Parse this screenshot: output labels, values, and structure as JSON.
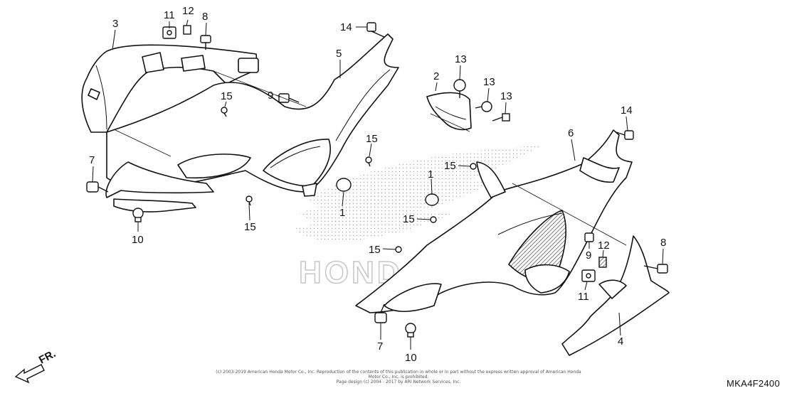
{
  "callouts": [
    {
      "id": "c3a",
      "text": "3"
    },
    {
      "id": "c11a",
      "text": "11"
    },
    {
      "id": "c12a",
      "text": "12"
    },
    {
      "id": "c8a",
      "text": "8"
    },
    {
      "id": "c14a",
      "text": "14"
    },
    {
      "id": "c5",
      "text": "5"
    },
    {
      "id": "c15a",
      "text": "15"
    },
    {
      "id": "c9a",
      "text": "9"
    },
    {
      "id": "c15b",
      "text": "15"
    },
    {
      "id": "c7a",
      "text": "7"
    },
    {
      "id": "c1a",
      "text": "1"
    },
    {
      "id": "c15c",
      "text": "15"
    },
    {
      "id": "c10a",
      "text": "10"
    },
    {
      "id": "c2",
      "text": "2"
    },
    {
      "id": "c13a",
      "text": "13"
    },
    {
      "id": "c13b",
      "text": "13"
    },
    {
      "id": "c13c",
      "text": "13"
    },
    {
      "id": "c14b",
      "text": "14"
    },
    {
      "id": "c6",
      "text": "6"
    },
    {
      "id": "c1b",
      "text": "1"
    },
    {
      "id": "c15d",
      "text": "15"
    },
    {
      "id": "c15e",
      "text": "15"
    },
    {
      "id": "c15f",
      "text": "15"
    },
    {
      "id": "c8b",
      "text": "8"
    },
    {
      "id": "c9b",
      "text": "9"
    },
    {
      "id": "c12b",
      "text": "12"
    },
    {
      "id": "c11b",
      "text": "11"
    },
    {
      "id": "c4",
      "text": "4"
    },
    {
      "id": "c7b",
      "text": "7"
    },
    {
      "id": "c10b",
      "text": "10"
    }
  ],
  "watermark": "HONDA",
  "front_label": "FR.",
  "caption": {
    "line1": "(c) 2003-2019 American Honda Motor Co., Inc. Reproduction of the contents of this publication in whole or in part without the express written approval of American Honda Motor Co., Inc. is prohibited.",
    "line2": "Page design (c) 2004 - 2017 by ARI Network Services, Inc."
  },
  "diagram_code": "MKA4F2400"
}
